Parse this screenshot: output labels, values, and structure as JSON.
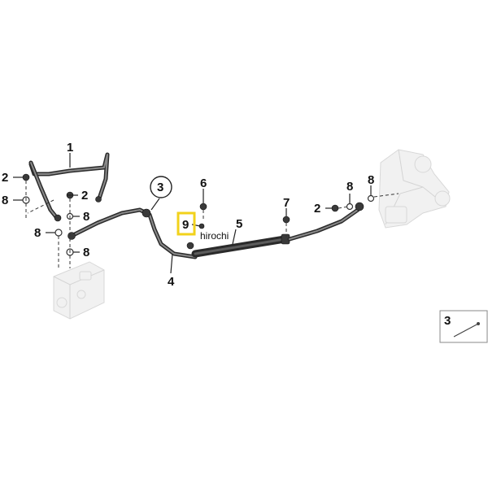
{
  "callouts": {
    "part1": "1",
    "part2_left": "2",
    "part2_mid": "2",
    "part2_right": "2",
    "part3_circle": "3",
    "part4": "4",
    "part5": "5",
    "part6": "6",
    "part7": "7",
    "part8_left_top": "8",
    "part8_left_bottom": "8",
    "part8_mid_top": "8",
    "part8_mid_bottom": "8",
    "part8_right_a": "8",
    "part8_right_b": "8",
    "part9_highlight": "9"
  },
  "watermark": "hirochi",
  "inset": {
    "label": "3"
  },
  "colors": {
    "highlight": "#f2d21b",
    "line": "#2b2b2b",
    "ghost": "#f1f1f1"
  }
}
